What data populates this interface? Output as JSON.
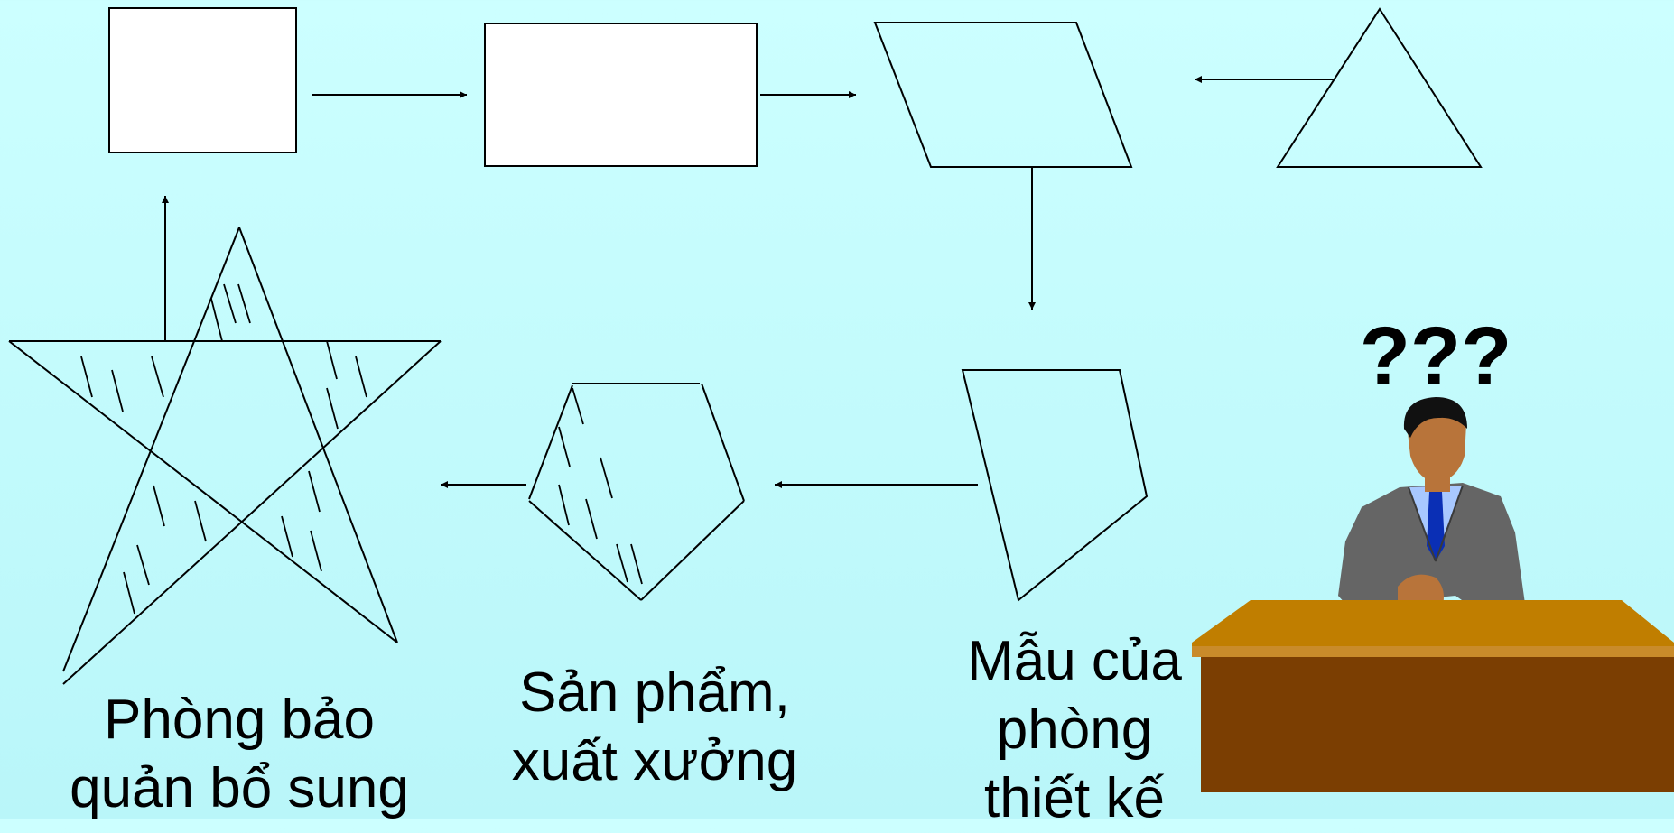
{
  "labels": {
    "storage_room": "Phòng bảo\nquản bổ sung",
    "product_factory": "Sản phẩm,\nxuất xưởng",
    "design_sample": "Mẫu của\nphòng\nthiết kế"
  },
  "thinking_marks": "???",
  "colors": {
    "background": "#c4fbfd",
    "shape_fill": "#ffffff",
    "stroke": "#000000",
    "desk_top": "#c07e00",
    "desk_front": "#7b3e02",
    "suit": "#656565",
    "shirt": "#a8c8ff",
    "tie": "#0a2fb5",
    "skin": "#b8743a"
  },
  "icons": [
    "rectangle",
    "parallelogram",
    "triangle",
    "trapezoid",
    "pentagon",
    "star",
    "businessman-at-desk"
  ]
}
